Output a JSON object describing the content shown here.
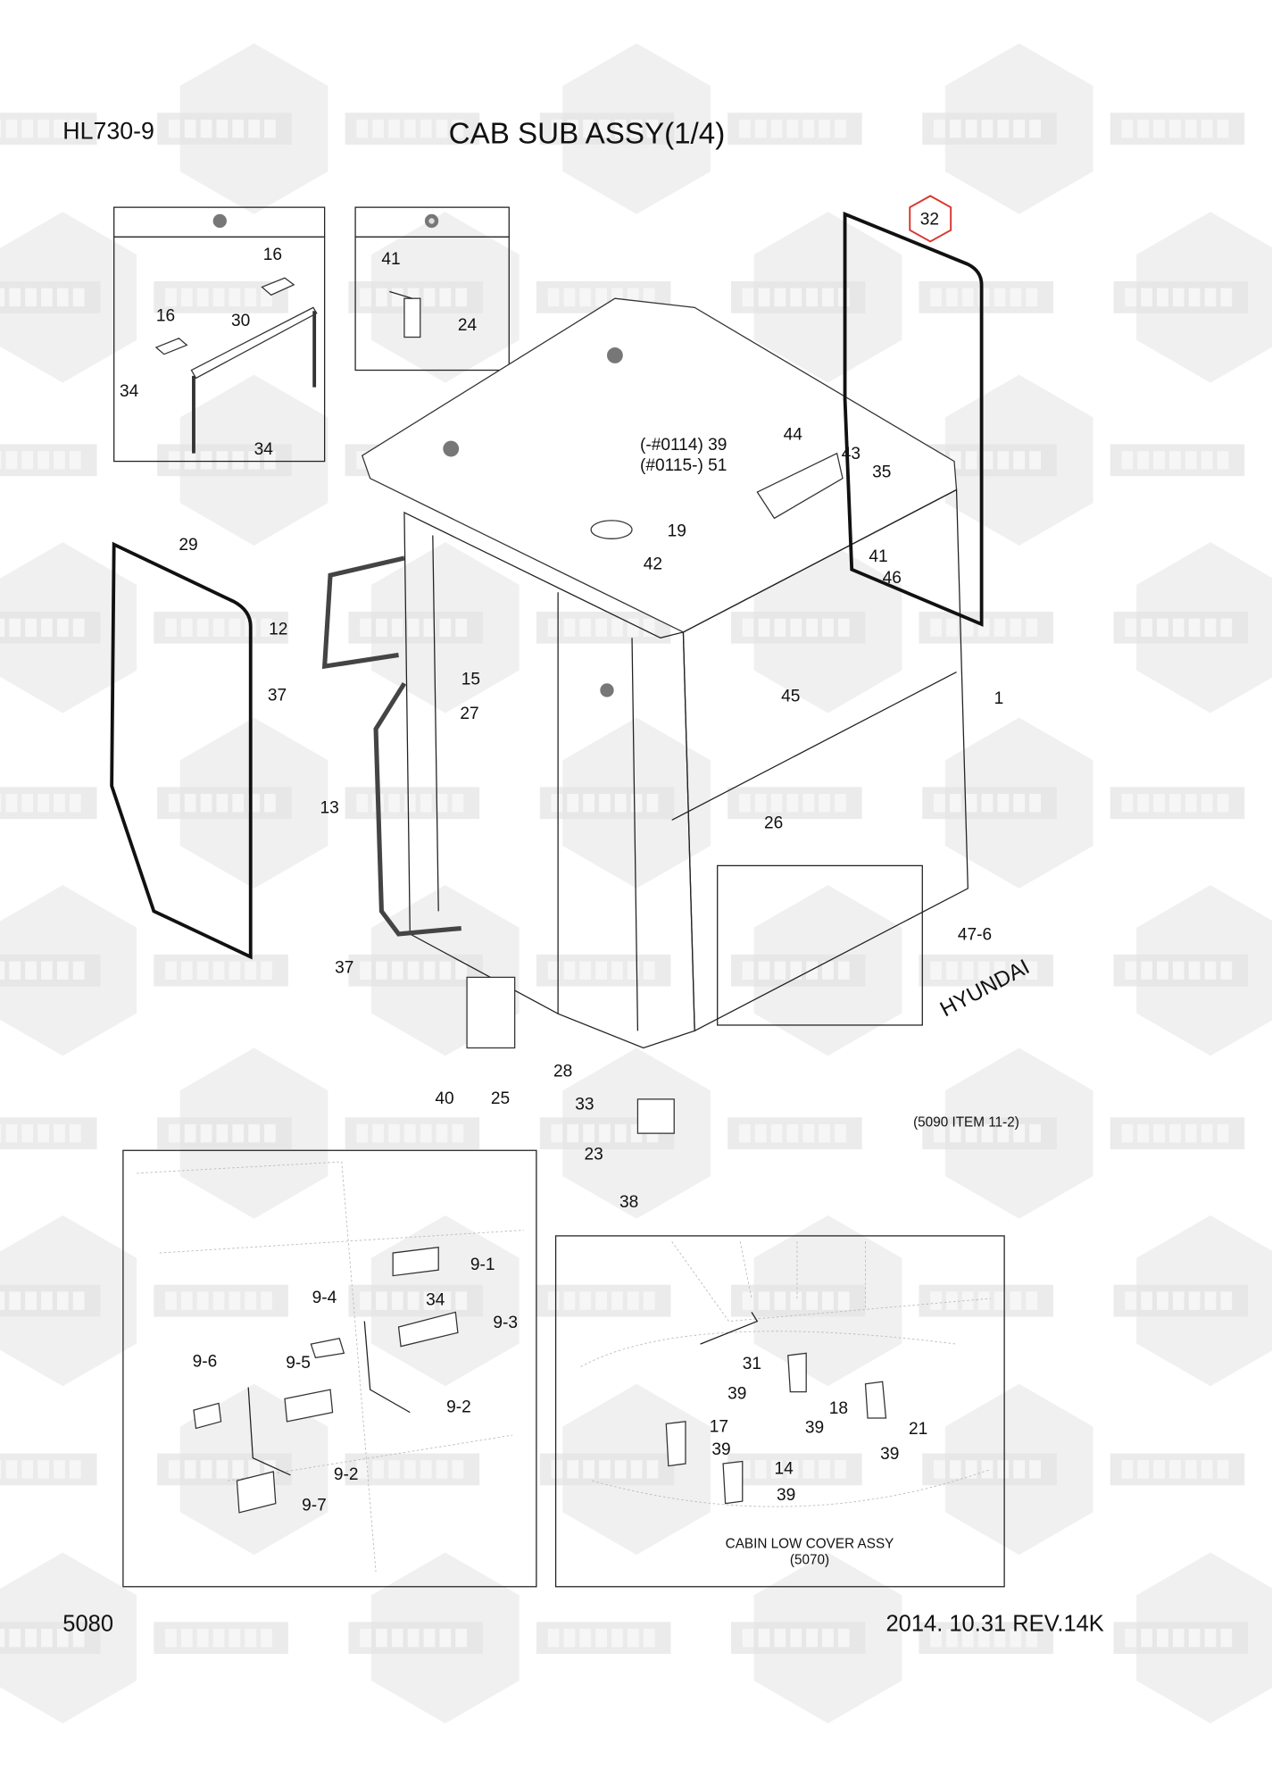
{
  "header": {
    "model": "HL730-9",
    "title": "CAB SUB ASSY(1/4)"
  },
  "footer": {
    "page": "5080",
    "date_rev": "2014. 10.31  REV.14K"
  },
  "watermark": {
    "ru": "КОМПАРТ",
    "en": "COMPART"
  },
  "highlight_color": "#d9342b",
  "labels": {
    "inset1_16a": "16",
    "inset1_16b": "16",
    "inset1_30": "30",
    "inset1_34a": "34",
    "inset1_34b": "34",
    "inset2_41": "41",
    "inset2_24": "24",
    "p32": "32",
    "p39_note": "(-#0114) 39",
    "p51_note": "(#0115-) 51",
    "p44": "44",
    "p43": "43",
    "p35": "35",
    "p19": "19",
    "p42": "42",
    "p41": "41",
    "p46": "46",
    "p29": "29",
    "p12": "12",
    "p37a": "37",
    "p15": "15",
    "p27": "27",
    "p45": "45",
    "p1": "1",
    "p13": "13",
    "p26": "26",
    "p47_6": "47-6",
    "hyundai": "HYUNDAI",
    "p37b": "37",
    "p28": "28",
    "p40": "40",
    "p25": "25",
    "p33": "33",
    "ref_5090": "(5090 ITEM 11-2)",
    "p23": "23",
    "p38": "38"
  },
  "bracket_inset": {
    "p9_1": "9-1",
    "p9_4": "9-4",
    "p34": "34",
    "p9_3": "9-3",
    "p9_6": "9-6",
    "p9_5": "9-5",
    "p9_2a": "9-2",
    "p9_2b": "9-2",
    "p9_7": "9-7"
  },
  "low_cover_inset": {
    "p31": "31",
    "p39a": "39",
    "p18": "18",
    "p39b": "39",
    "p17": "17",
    "p21": "21",
    "p39c": "39",
    "p39d": "39",
    "p14": "14",
    "p39e": "39",
    "caption": "CABIN LOW COVER ASSY",
    "caption_ref": "(5070)"
  }
}
